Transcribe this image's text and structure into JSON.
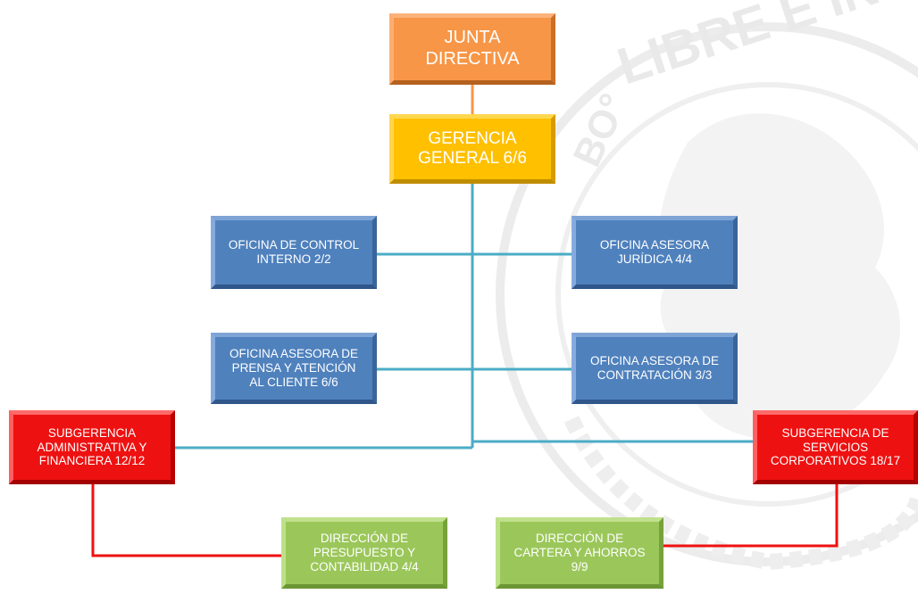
{
  "watermark": {
    "text": "LIBRE E INDEP",
    "prefix": "BO°"
  },
  "boxes": {
    "junta": "JUNTA\nDIRECTIVA",
    "gerencia": "GERENCIA\nGENERAL 6/6",
    "control_interno": "OFICINA DE CONTROL\nINTERNO 2/2",
    "juridica": "OFICINA ASESORA\nJURÍDICA 4/4",
    "prensa": "OFICINA ASESORA DE\nPRENSA Y ATENCIÓN\nAL CLIENTE 6/6",
    "contratacion": "OFICINA ASESORA DE\nCONTRATACIÓN 3/3",
    "sub_admin": "SUBGERENCIA\nADMINISTRATIVA Y\nFINANCIERA 12/12",
    "sub_servicios": "SUBGERENCIA DE\nSERVICIOS\nCORPORATIVOS 18/17",
    "presupuesto": "DIRECCIÓN DE\nPRESUPUESTO Y\nCONTABILIDAD  4/4",
    "cartera": "DIRECCIÓN DE\nCARTERA Y AHORROS\n9/9"
  },
  "colors": {
    "orange": "#f79646",
    "yellow": "#ffc000",
    "blue": "#4f81bd",
    "red": "#ee1111",
    "green": "#9bc75a",
    "line_blue": "#4bacc6",
    "line_orange": "#f79646",
    "line_red": "#ee1111"
  }
}
